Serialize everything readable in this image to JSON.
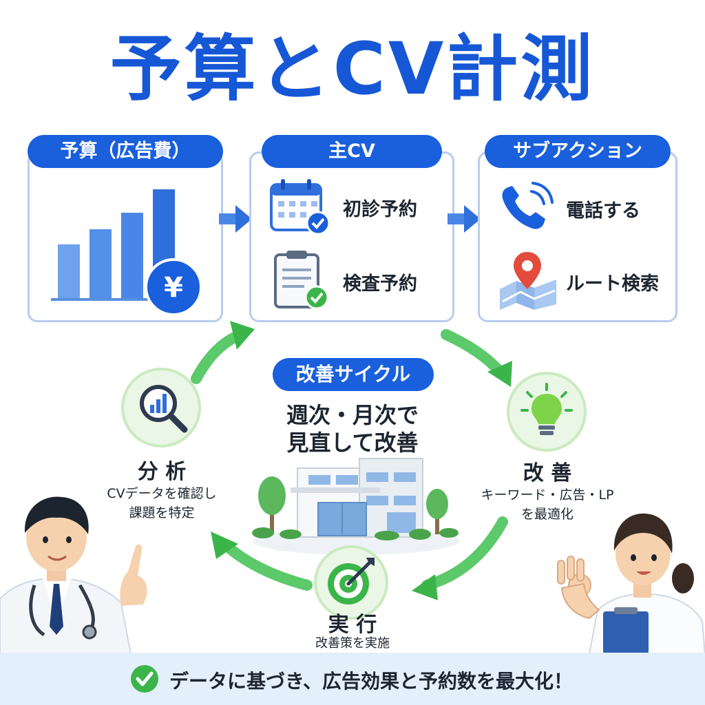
{
  "title": "予算とCV計測",
  "colors": {
    "brand": "#1a5fdc",
    "green": "#3bb54a",
    "card_border": "#b7cdf0",
    "footer_bg": "#e4effc"
  },
  "budget": {
    "label": "予算（広告費）",
    "chart_icon": "bar-chart-icon",
    "currency_icon": "yen-coin-icon",
    "currency_symbol": "¥"
  },
  "main_cv": {
    "label": "主CV",
    "items": [
      {
        "icon": "calendar-check-icon",
        "text": "初診予約"
      },
      {
        "icon": "clipboard-check-icon",
        "text": "検査予約"
      }
    ]
  },
  "sub_action": {
    "label": "サブアクション",
    "items": [
      {
        "icon": "phone-icon",
        "text": "電話する"
      },
      {
        "icon": "map-pin-icon",
        "text": "ルート検索"
      }
    ]
  },
  "cycle": {
    "label": "改善サイクル",
    "center_line1": "週次・月次で",
    "center_line2": "見直して改善",
    "center_icon": "clinic-building-icon",
    "steps": {
      "analysis": {
        "title": "分 析",
        "desc1": "CVデータを確認し",
        "desc2": "課題を特定",
        "icon": "magnifier-chart-icon"
      },
      "improve": {
        "title": "改 善",
        "desc1": "キーワード・広告・LP",
        "desc2": "を最適化",
        "icon": "lightbulb-icon"
      },
      "execute": {
        "title": "実 行",
        "desc1": "改善策を実施",
        "icon": "target-icon"
      }
    }
  },
  "footer": {
    "text": "データに基づき、広告効果と予約数を最大化！",
    "icon": "check-circle-icon"
  }
}
